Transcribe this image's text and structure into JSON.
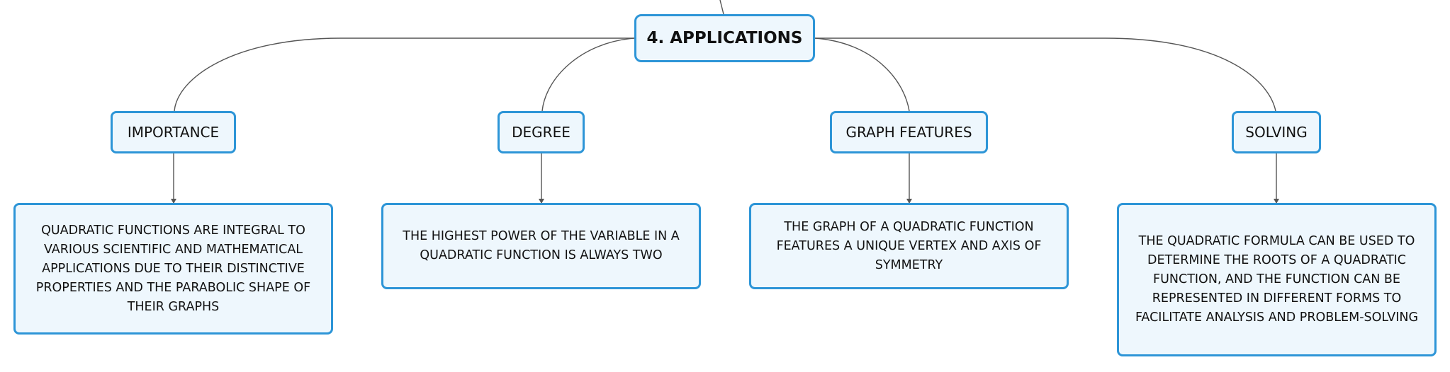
{
  "root": {
    "label": "4. APPLICATIONS"
  },
  "branches": [
    {
      "label": "IMPORTANCE",
      "detail": "QUADRATIC FUNCTIONS ARE INTEGRAL TO VARIOUS SCIENTIFIC AND MATHEMATICAL APPLICATIONS DUE TO THEIR DISTINCTIVE PROPERTIES AND THE PARABOLIC SHAPE OF THEIR GRAPHS"
    },
    {
      "label": "DEGREE",
      "detail": "THE HIGHEST POWER OF THE VARIABLE IN A QUADRATIC FUNCTION IS ALWAYS TWO"
    },
    {
      "label": "GRAPH FEATURES",
      "detail": "THE GRAPH OF A QUADRATIC FUNCTION FEATURES A UNIQUE VERTEX AND AXIS OF SYMMETRY"
    },
    {
      "label": "SOLVING",
      "detail": "THE QUADRATIC FORMULA CAN BE USED TO DETERMINE THE ROOTS OF A QUADRATIC FUNCTION, AND THE FUNCTION CAN BE REPRESENTED IN DIFFERENT FORMS TO FACILITATE ANALYSIS AND PROBLEM-SOLVING"
    }
  ],
  "colors": {
    "node_border": "#2d95d7",
    "node_fill": "#eef7fd",
    "connector": "#555555"
  }
}
